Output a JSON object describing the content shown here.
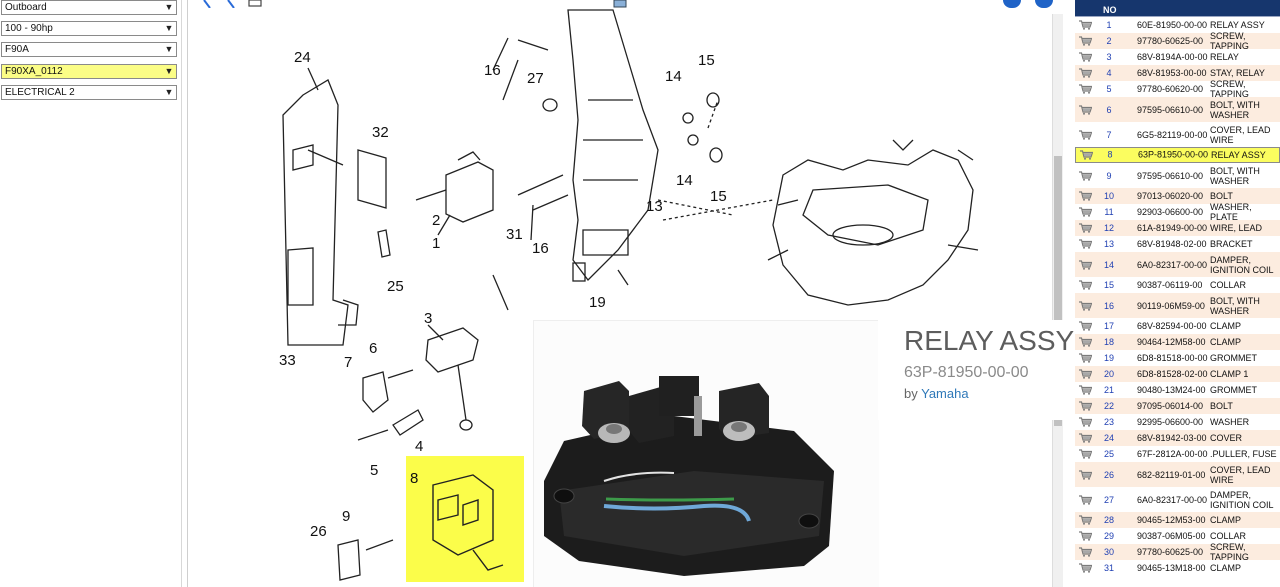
{
  "selectors": [
    {
      "value": "Outboard",
      "highlighted": false
    },
    {
      "value": "100 - 90hp",
      "highlighted": false
    },
    {
      "value": "F90A",
      "highlighted": false
    },
    {
      "value": "F90XA_0112",
      "highlighted": true
    },
    {
      "value": "ELECTRICAL 2",
      "highlighted": false
    }
  ],
  "toolbar": {
    "icons": [
      "zoom-in-icon",
      "zoom-out-icon",
      "zoom-fit-icon",
      "print-icon",
      "info-icon",
      "help-icon"
    ]
  },
  "diagram": {
    "callouts": [
      "24",
      "32",
      "16",
      "27",
      "14",
      "15",
      "2",
      "1",
      "31",
      "16",
      "13",
      "14",
      "15",
      "25",
      "19",
      "33",
      "3",
      "7",
      "6",
      "4",
      "5",
      "8",
      "9",
      "26"
    ],
    "highlight_color": "#fbfd4a"
  },
  "product": {
    "title": "RELAY ASSY",
    "part_number": "63P-81950-00-00",
    "by_label": "by",
    "brand": "Yamaha"
  },
  "parts_table": {
    "header": {
      "ref_line1": "",
      "ref_line2": "NO",
      "part_number": "",
      "part_name": ""
    },
    "colors": {
      "header_bg": "#16366d",
      "row_alt": "#fcecdf",
      "selected": "#fbfd5f",
      "ref_text": "#1f3fb2"
    },
    "rows": [
      {
        "no": "1",
        "pn": "60E-81950-00-00",
        "name": "RELAY ASSY"
      },
      {
        "no": "2",
        "pn": "97780-60625-00",
        "name": "SCREW, TAPPING"
      },
      {
        "no": "3",
        "pn": "68V-8194A-00-00",
        "name": "RELAY"
      },
      {
        "no": "4",
        "pn": "68V-81953-00-00",
        "name": "STAY, RELAY"
      },
      {
        "no": "5",
        "pn": "97780-60620-00",
        "name": "SCREW, TAPPING"
      },
      {
        "no": "6",
        "pn": "97595-06610-00",
        "name": "BOLT, WITH WASHER"
      },
      {
        "no": "7",
        "pn": "6G5-82119-00-00",
        "name": "COVER, LEAD WIRE"
      },
      {
        "no": "8",
        "pn": "63P-81950-00-00",
        "name": "RELAY ASSY",
        "selected": true
      },
      {
        "no": "9",
        "pn": "97595-06610-00",
        "name": "BOLT, WITH WASHER"
      },
      {
        "no": "10",
        "pn": "97013-06020-00",
        "name": "BOLT"
      },
      {
        "no": "11",
        "pn": "92903-06600-00",
        "name": "WASHER, PLATE"
      },
      {
        "no": "12",
        "pn": "61A-81949-00-00",
        "name": "WIRE, LEAD"
      },
      {
        "no": "13",
        "pn": "68V-81948-02-00",
        "name": "BRACKET"
      },
      {
        "no": "14",
        "pn": "6A0-82317-00-00",
        "name": "DAMPER, IGNITION COIL"
      },
      {
        "no": "15",
        "pn": "90387-06119-00",
        "name": "COLLAR"
      },
      {
        "no": "16",
        "pn": "90119-06M59-00",
        "name": "BOLT, WITH WASHER"
      },
      {
        "no": "17",
        "pn": "68V-82594-00-00",
        "name": "CLAMP"
      },
      {
        "no": "18",
        "pn": "90464-12M58-00",
        "name": "CLAMP"
      },
      {
        "no": "19",
        "pn": "6D8-81518-00-00",
        "name": "GROMMET"
      },
      {
        "no": "20",
        "pn": "6D8-81528-02-00",
        "name": "CLAMP 1"
      },
      {
        "no": "21",
        "pn": "90480-13M24-00",
        "name": "GROMMET"
      },
      {
        "no": "22",
        "pn": "97095-06014-00",
        "name": "BOLT"
      },
      {
        "no": "23",
        "pn": "92995-06600-00",
        "name": "WASHER"
      },
      {
        "no": "24",
        "pn": "68V-81942-03-00",
        "name": "COVER"
      },
      {
        "no": "25",
        "pn": "67F-2812A-00-00",
        "name": ".PULLER, FUSE"
      },
      {
        "no": "26",
        "pn": "682-82119-01-00",
        "name": "COVER, LEAD WIRE"
      },
      {
        "no": "27",
        "pn": "6A0-82317-00-00",
        "name": "DAMPER, IGNITION COIL"
      },
      {
        "no": "28",
        "pn": "90465-12M53-00",
        "name": "CLAMP"
      },
      {
        "no": "29",
        "pn": "90387-06M05-00",
        "name": "COLLAR"
      },
      {
        "no": "30",
        "pn": "97780-60625-00",
        "name": "SCREW, TAPPING"
      },
      {
        "no": "31",
        "pn": "90465-13M18-00",
        "name": "CLAMP"
      }
    ]
  }
}
